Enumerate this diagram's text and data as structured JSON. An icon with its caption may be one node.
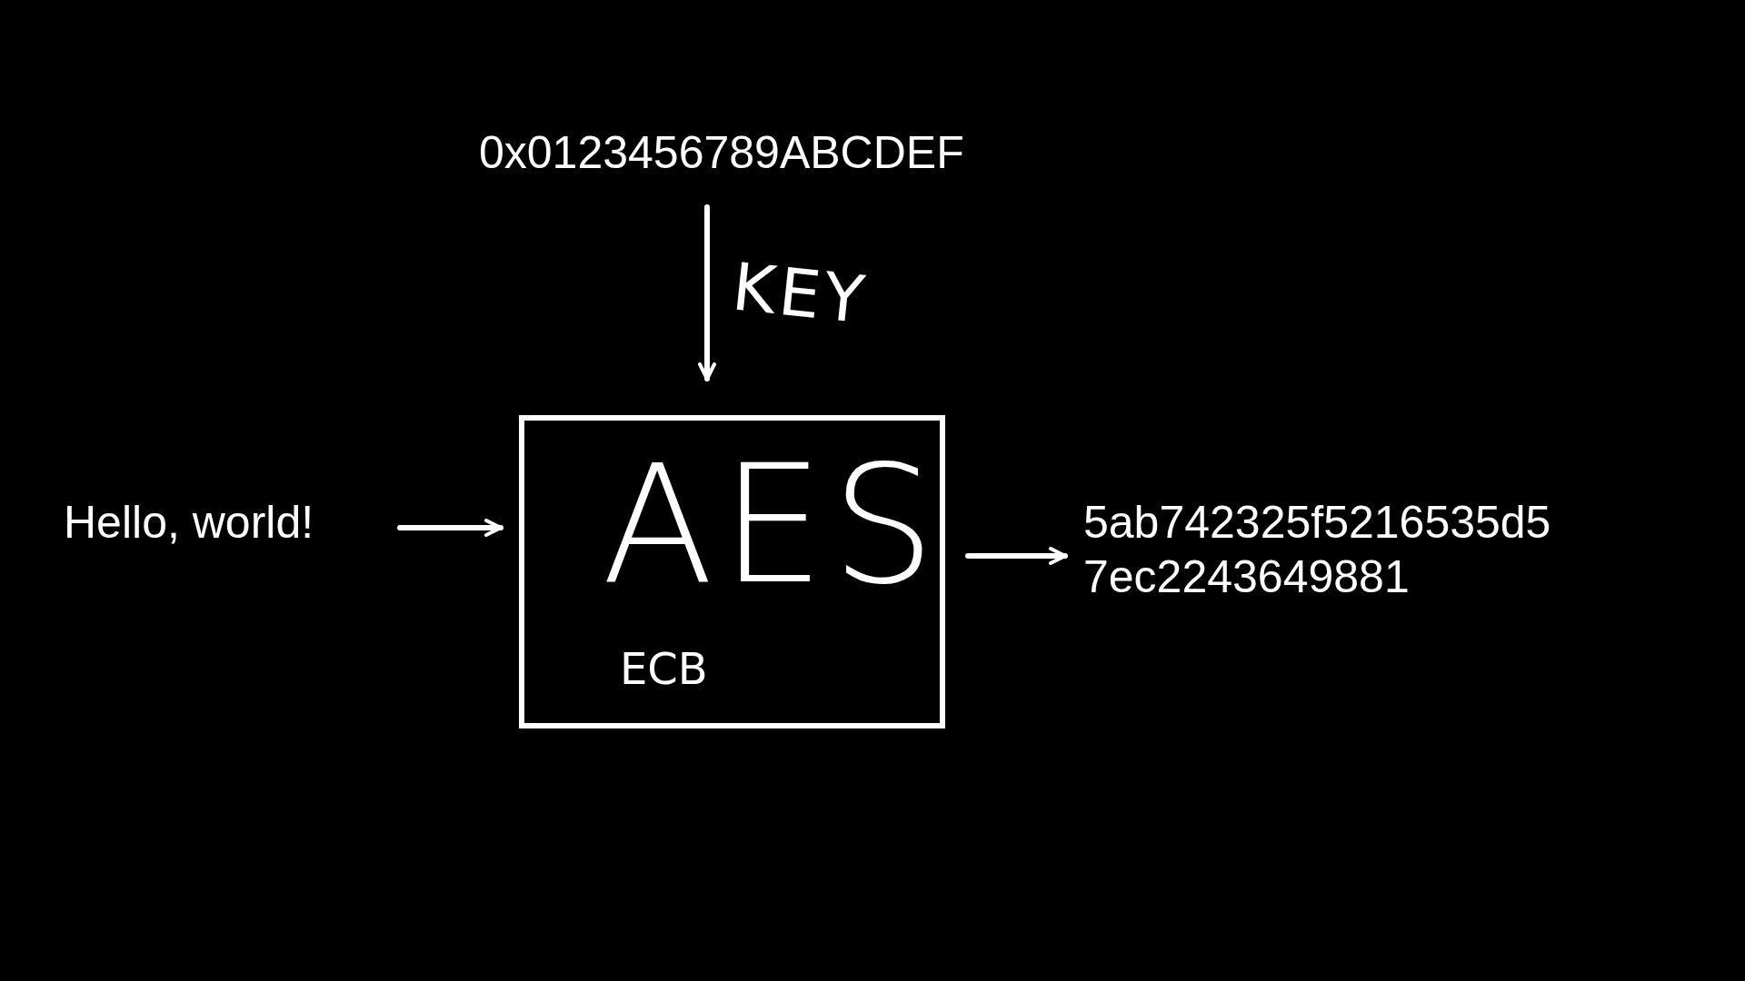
{
  "diagram": {
    "nodes": [
      {
        "text": [
          "0x0123456789ABCDEF"
        ]
      },
      {
        "text": [
          "AES",
          "ECB"
        ]
      },
      {
        "text": [
          "Hello, world!"
        ]
      },
      {
        "text": [
          "5ab742325f5216535d5 7ec2243649881"
        ]
      }
    ],
    "edges": [
      {
        "from": 0,
        "to": 1,
        "arrow": "to",
        "label": "KEY"
      },
      {
        "from": 2,
        "to": 1,
        "arrow": "to"
      },
      {
        "from": 1,
        "to": 3,
        "arrow": "to"
      }
    ]
  }
}
